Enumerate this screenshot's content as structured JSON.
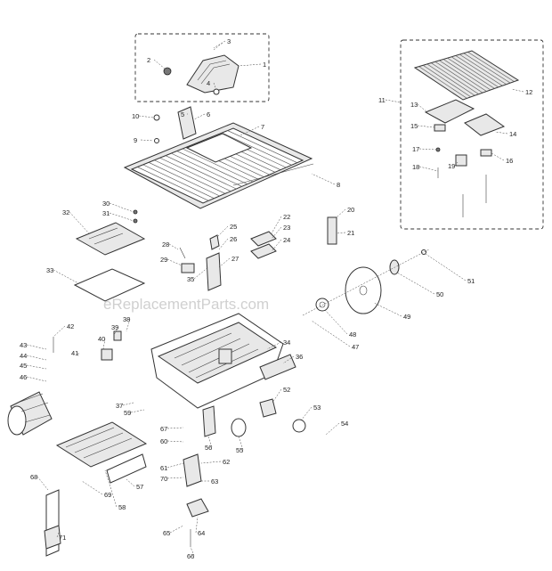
{
  "watermark": "eReplacementParts.com",
  "callouts": [
    "1",
    "2",
    "3",
    "4",
    "5",
    "6",
    "7",
    "8",
    "9",
    "10",
    "11",
    "12",
    "13",
    "14",
    "15",
    "16",
    "17",
    "18",
    "19",
    "20",
    "21",
    "22",
    "23",
    "24",
    "25",
    "26",
    "27",
    "28",
    "29",
    "30",
    "31",
    "32",
    "33",
    "34",
    "35",
    "36",
    "37",
    "38",
    "39",
    "40",
    "41",
    "42",
    "43",
    "44",
    "45",
    "46",
    "47",
    "48",
    "49",
    "50",
    "51",
    "52",
    "53",
    "54",
    "55",
    "56",
    "57",
    "58",
    "59",
    "60",
    "61",
    "62",
    "63",
    "64",
    "65",
    "66",
    "67",
    "68",
    "69",
    "70",
    "71"
  ]
}
